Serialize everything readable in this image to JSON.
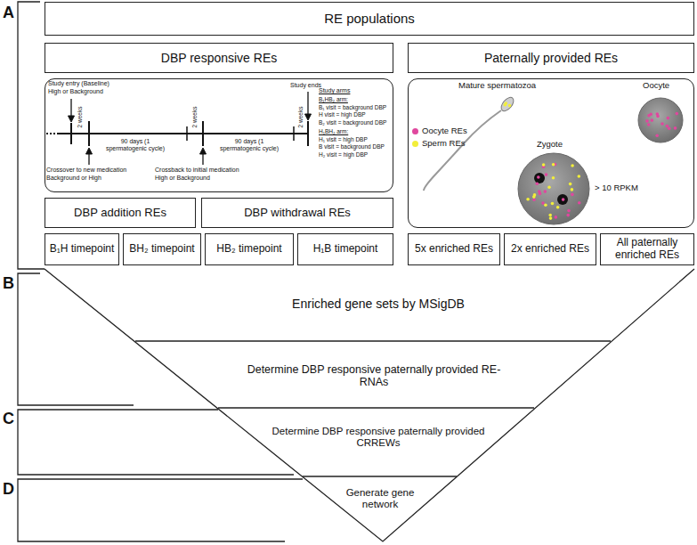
{
  "diagram": {
    "nodes": [
      {
        "text": [
          "RE populations"
        ]
      },
      {
        "text": [
          "DBP responsive REs"
        ]
      },
      {
        "text": [
          "Paternally provided REs"
        ]
      },
      {
        "text": [
          "Study entry (Baseline)",
          "High or Background",
          "Study ends",
          "Study arms",
          "B₁HB₂ arm:",
          "B₁ visit = background DBP",
          "H visit = high DBP",
          "B₂ visit = background DBP",
          "H₁BH₂ arm:",
          "H₁ visit = high DBP",
          "B visit = background DBP",
          "H₂ visit = high DBP",
          "2 weeks",
          "2 weeks",
          "2 weeks",
          "90 days (1 spermatogenic cycle)",
          "90 days (1 spermatogenic cycle)",
          "Crossover to new medication",
          "Background or High",
          "Crossback to initial medication",
          "High or Background"
        ]
      },
      {
        "text": [
          "Mature spermatozoa",
          "Oocyte",
          "Zygote",
          "> 10 RPKM"
        ]
      },
      {
        "text": [
          "DBP addition REs"
        ]
      },
      {
        "text": [
          "DBP withdrawal REs"
        ]
      },
      {
        "text": [
          "B₁H timepoint"
        ]
      },
      {
        "text": [
          "BH₂ timepoint"
        ]
      },
      {
        "text": [
          "HB₂ timepoint"
        ]
      },
      {
        "text": [
          "H₁B timepoint"
        ]
      },
      {
        "text": [
          "5x enriched REs"
        ]
      },
      {
        "text": [
          "2x enriched REs"
        ]
      },
      {
        "text": [
          "All paternally enriched REs"
        ]
      },
      {
        "text": [
          "Enriched gene sets by MSigDB"
        ]
      },
      {
        "text": [
          "Determine DBP responsive paternally provided RE-RNAs"
        ]
      },
      {
        "text": [
          "Determine DBP responsive paternally provided CRREWs"
        ]
      },
      {
        "text": [
          "Generate gene network"
        ]
      }
    ],
    "labels": [
      "A",
      "B",
      "C",
      "D"
    ],
    "legend": [
      {
        "text": "Oocyte REs",
        "color": "#e0479e"
      },
      {
        "text": "Sperm REs",
        "color": "#f2ee3a"
      }
    ]
  }
}
